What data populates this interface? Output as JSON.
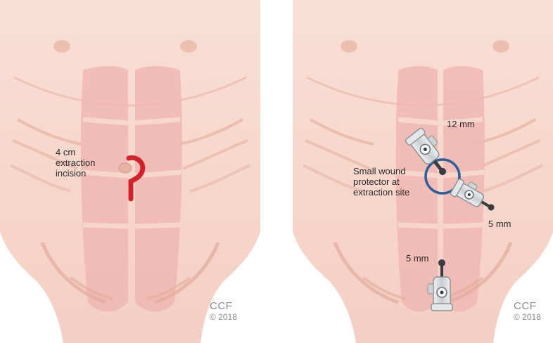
{
  "left_panel": {
    "incision_label": [
      "4 cm",
      "extraction",
      "incision"
    ],
    "credit": {
      "line1": "CCF",
      "line2": "© 2018"
    }
  },
  "right_panel": {
    "port_labels": {
      "upper": "12 mm",
      "right": "5 mm",
      "lower": "5 mm"
    },
    "protector_label": [
      "Small wound",
      "protector at",
      "extraction site"
    ],
    "credit": {
      "line1": "CCF",
      "line2": "© 2018"
    }
  },
  "colors": {
    "skin": "#f7d7cc",
    "skin_shadow": "#ecbcae",
    "muscle": "#f0b4b0",
    "incision": "#d3232a",
    "protector_ring": "#2d5e9a",
    "trocar_metal": "#d9dde0",
    "trocar_dark": "#3a3d40"
  }
}
